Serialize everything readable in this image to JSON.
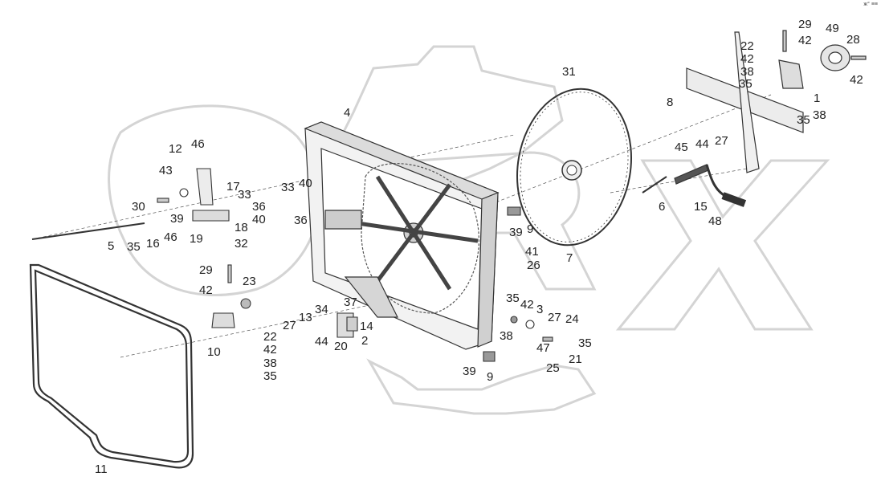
{
  "corner_text": "ж° ≡≡",
  "watermark": {
    "text": "ORBX",
    "color": "#d8d8d8"
  },
  "colors": {
    "line": "#333333",
    "part_fill": "#e9e9e9",
    "part_dark": "#8a8a8a",
    "label": "#222222"
  },
  "labels": {
    "l1": "1",
    "l2": "2",
    "l3": "3",
    "l4": "4",
    "l5": "5",
    "l6": "6",
    "l7": "7",
    "l8": "8",
    "l9a": "9",
    "l9b": "9",
    "l10": "10",
    "l11": "11",
    "l12": "12",
    "l13": "13",
    "l14": "14",
    "l15": "15",
    "l16": "16",
    "l17": "17",
    "l18": "18",
    "l19": "19",
    "l20": "20",
    "l21": "21",
    "l22a": "22",
    "l22b": "22",
    "l23": "23",
    "l24": "24",
    "l25": "25",
    "l26": "26",
    "l27a": "27",
    "l27b": "27",
    "l27c": "27",
    "l28": "28",
    "l29a": "29",
    "l29b": "29",
    "l30": "30",
    "l31": "31",
    "l32": "32",
    "l33a": "33",
    "l33b": "33",
    "l34": "34",
    "l35a": "35",
    "l35b": "35",
    "l35c": "35",
    "l35d": "35",
    "l35e": "35",
    "l35f": "35",
    "l36a": "36",
    "l36b": "36",
    "l37": "37",
    "l38a": "38",
    "l38b": "38",
    "l38c": "38",
    "l38d": "38",
    "l39a": "39",
    "l39b": "39",
    "l39c": "39",
    "l40a": "40",
    "l40b": "40",
    "l41": "41",
    "l42a": "42",
    "l42b": "42",
    "l42c": "42",
    "l42d": "42",
    "l42e": "42",
    "l42f": "42",
    "l43": "43",
    "l44a": "44",
    "l44b": "44",
    "l45": "45",
    "l46a": "46",
    "l46b": "46",
    "l47": "47",
    "l48": "48",
    "l49": "49"
  }
}
